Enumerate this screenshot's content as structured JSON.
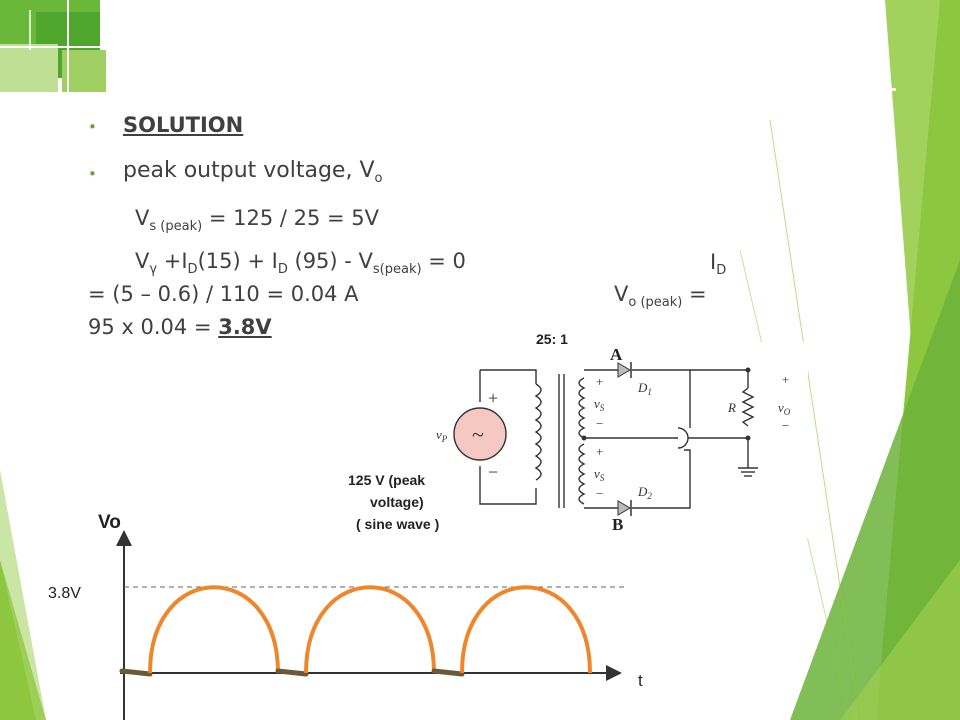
{
  "slide": {
    "bullet_char": "•",
    "heading": "SOLUTION",
    "bullet2": {
      "text": "peak output voltage, V",
      "sub": "o"
    },
    "eq1": {
      "v": "V",
      "sub": "s (peak)",
      "rest": " = 125 / 25 = 5V"
    },
    "eq2": {
      "v": "V",
      "gamma": "γ",
      "part1": " +I",
      "sub1": "D",
      "part2": "(15) + I",
      "sub2": "D",
      "part3": " (95)  - V",
      "sub3": "s(peak)",
      "part4": " = 0",
      "id_label": "I",
      "id_sub": "D"
    },
    "eq3": {
      "text": "= (5 – 0.6) / 110 = 0.04 A",
      "vo": "V",
      "vo_sub": "o (peak)",
      "eq": " ="
    },
    "eq4": {
      "text": "95 x 0.04 = ",
      "answer": "3.8V"
    }
  },
  "circuit": {
    "ratio": "25: 1",
    "node_a": "A",
    "node_b": "B",
    "d1": "D",
    "d1_sub": "1",
    "d2": "D",
    "d2_sub": "2",
    "r": "R",
    "vs": "v",
    "vs_sub": "S",
    "vp": "v",
    "vp_sub": "P",
    "vo": "v",
    "vo_sub": "O",
    "plus": "+",
    "minus": "−",
    "tilde": "~",
    "source_note_line1": "125 V (peak",
    "source_note_line2": "voltage)",
    "source_note_line3": "( sine wave )"
  },
  "waveform": {
    "y_label": "Vo",
    "x_label": "t",
    "level_label": "3.8V",
    "level_value": 3.8,
    "half_cycles_shown": 3
  },
  "colors": {
    "accent_green": "#8dc63f",
    "dark_green": "#6aa33a",
    "text": "#404040",
    "arc": "#f0862a",
    "dead_zone": "#6b5a3a"
  }
}
